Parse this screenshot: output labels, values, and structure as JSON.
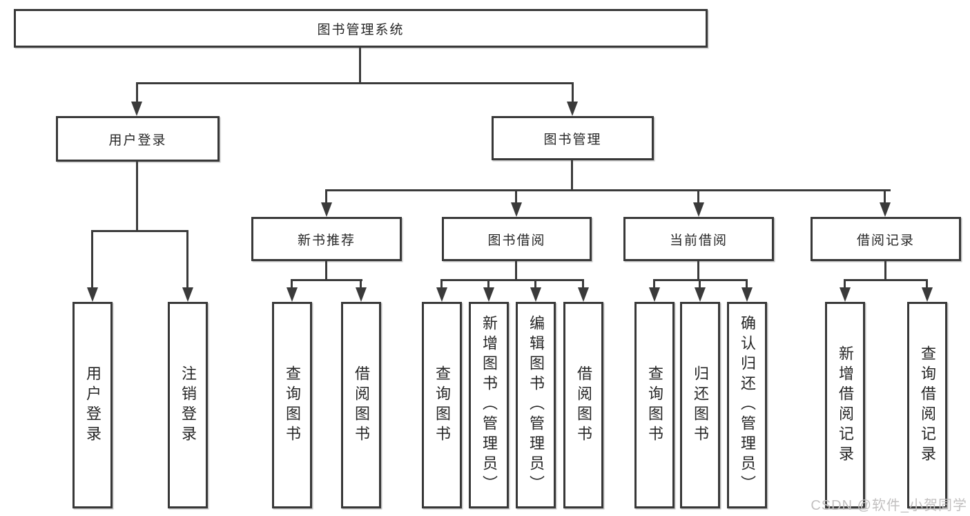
{
  "diagram": {
    "root": {
      "label": "图书管理系统"
    },
    "level2": [
      {
        "id": "user-login",
        "label": "用户登录"
      },
      {
        "id": "book-management",
        "label": "图书管理"
      }
    ],
    "level3": [
      {
        "id": "new-book-recommend",
        "label": "新书推荐"
      },
      {
        "id": "book-borrow",
        "label": "图书借阅"
      },
      {
        "id": "current-borrow",
        "label": "当前借阅"
      },
      {
        "id": "borrow-records",
        "label": "借阅记录"
      }
    ],
    "leaves": [
      {
        "group": "user-login",
        "label": "用户登录"
      },
      {
        "group": "user-login",
        "label": "注销登录"
      },
      {
        "group": "new-book-recommend",
        "label": "查询图书"
      },
      {
        "group": "new-book-recommend",
        "label": "借阅图书"
      },
      {
        "group": "book-borrow",
        "label": "查询图书"
      },
      {
        "group": "book-borrow",
        "label": "新增图书（管理员）"
      },
      {
        "group": "book-borrow",
        "label": "编辑图书（管理员）"
      },
      {
        "group": "book-borrow",
        "label": "借阅图书"
      },
      {
        "group": "current-borrow",
        "label": "查询图书"
      },
      {
        "group": "current-borrow",
        "label": "归还图书"
      },
      {
        "group": "current-borrow",
        "label": "确认归还（管理员）"
      },
      {
        "group": "borrow-records",
        "label": "新增借阅记录"
      },
      {
        "group": "borrow-records",
        "label": "查询借阅记录"
      }
    ],
    "watermark": "CSDN @软件_小贺同学",
    "colors": {
      "line": "#3a3a3a",
      "text": "#262626",
      "watermark": "#c2c0c0",
      "background": "#ffffff"
    }
  }
}
